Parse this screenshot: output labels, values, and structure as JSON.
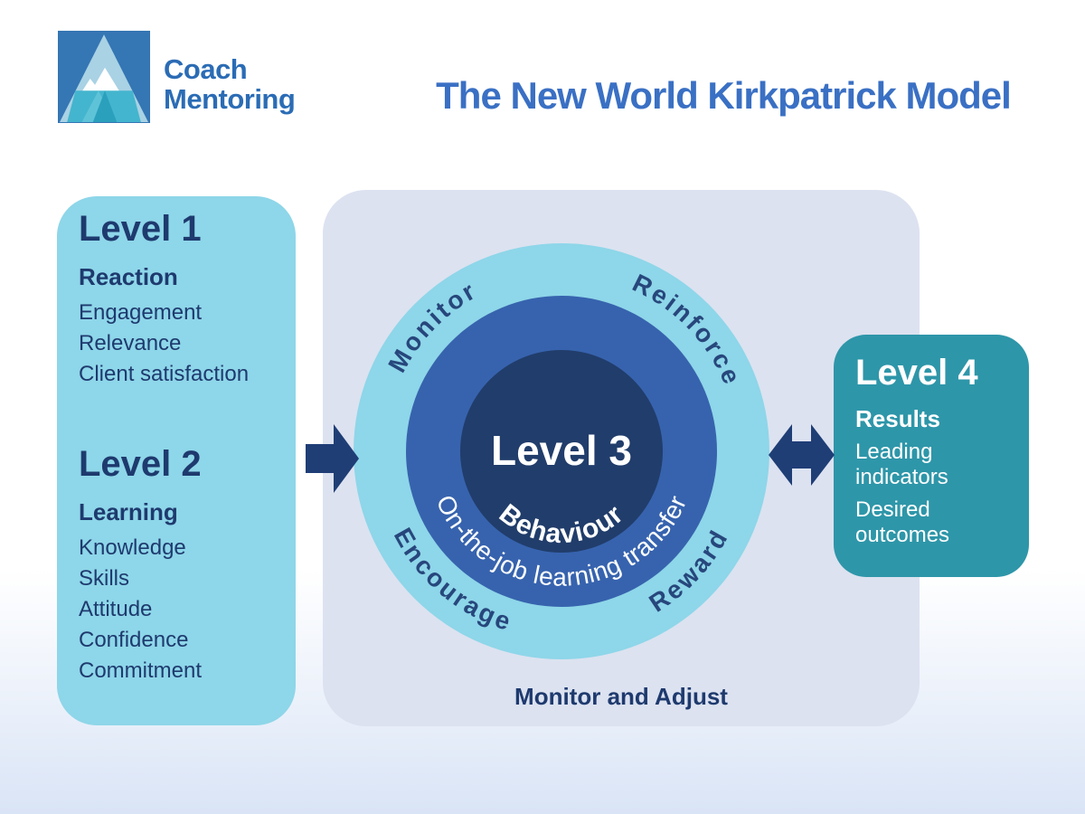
{
  "brand": {
    "line1": "Coach",
    "line2": "Mentoring"
  },
  "title": "The New World Kirkpatrick Model",
  "levels_panel": {
    "level1": {
      "heading": "Level 1",
      "label": "Reaction",
      "items": [
        "Engagement",
        "Relevance",
        "Client satisfaction"
      ]
    },
    "level2": {
      "heading": "Level 2",
      "label": "Learning",
      "items": [
        "Knowledge",
        "Skills",
        "Attitude",
        "Confidence",
        "Commitment"
      ]
    }
  },
  "diagram": {
    "ring_words": [
      "Monitor",
      "Reinforce",
      "Encourage",
      "Reward"
    ],
    "middle_text": "On-the-job learning transfer",
    "center_heading": "Level 3",
    "center_label": "Behaviour",
    "note": "Monitor and Adjust"
  },
  "level4": {
    "heading": "Level 4",
    "label": "Results",
    "items": [
      "Leading indicators",
      "Desired outcomes"
    ]
  },
  "colors": {
    "title_blue": "#3a70c4",
    "brand_blue": "#2b6cb5",
    "navy_text": "#1e3a6e",
    "light_blue": "#8ed6e9",
    "panel_gray": "#dce2f0",
    "ring_middle_blue": "#3763ae",
    "ring_inner_navy": "#213d6b",
    "teal": "#2e96a9",
    "arrow_navy": "#1f3e76"
  }
}
